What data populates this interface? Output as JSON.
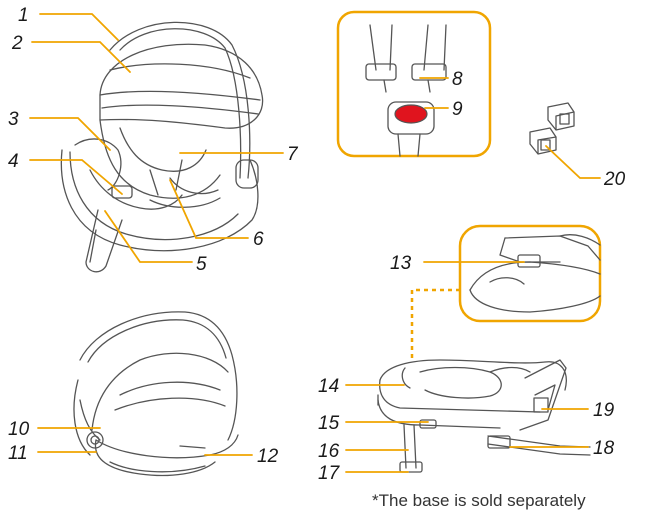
{
  "colors": {
    "accent": "#f0a500",
    "outline": "#555555",
    "buckle": "#e0141e"
  },
  "labels": {
    "n1": "1",
    "n2": "2",
    "n3": "3",
    "n4": "4",
    "n5": "5",
    "n6": "6",
    "n7": "7",
    "n8": "8",
    "n9": "9",
    "n10": "10",
    "n11": "11",
    "n12": "12",
    "n13": "13",
    "n14": "14",
    "n15": "15",
    "n16": "16",
    "n17": "17",
    "n18": "18",
    "n19": "19",
    "n20": "20"
  },
  "note": "*The base is sold separately"
}
